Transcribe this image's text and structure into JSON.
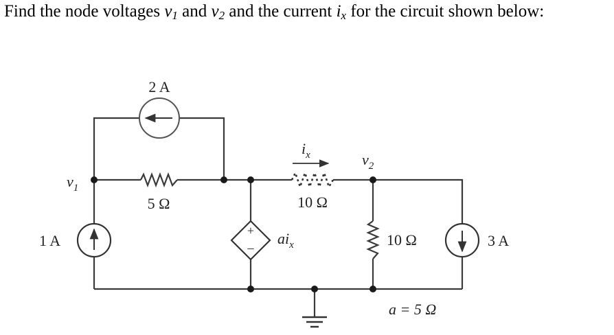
{
  "problem": {
    "text_1": "Find the node voltages",
    "v1_symbol": "v",
    "v1_sub": "1",
    "and_1": "and",
    "v2_symbol": "v",
    "v2_sub": "2",
    "text_2": "and the current",
    "ix_symbol": "i",
    "ix_sub": "x",
    "text_3": "for the circuit shown below:"
  },
  "circuit": {
    "source_top": "2 A",
    "source_left": "1 A",
    "source_right": "3 A",
    "resistor_5": "5 Ω",
    "resistor_10_horizontal": "10 Ω",
    "resistor_10_vertical": "10 Ω",
    "node_v1_symbol": "v",
    "node_v1_sub": "1",
    "node_v2_symbol": "v",
    "node_v2_sub": "2",
    "current_ix_symbol": "i",
    "current_ix_sub": "x",
    "dependent_source_a": "ai",
    "dependent_source_sub": "x",
    "dependent_plus": "+",
    "dependent_minus": "–",
    "gain_value": "a = 5 Ω"
  }
}
